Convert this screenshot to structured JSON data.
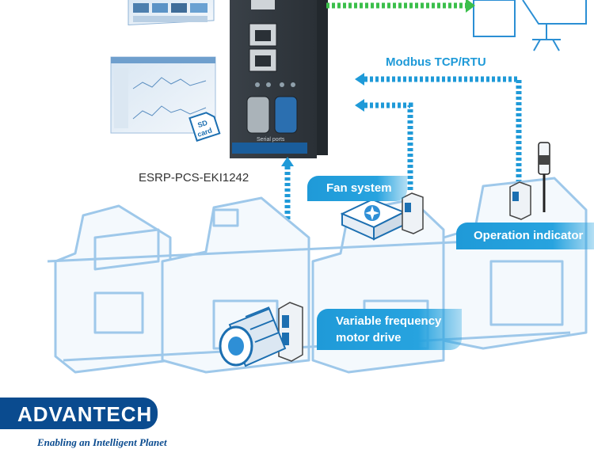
{
  "device": {
    "name": "ESRP-PCS-EKI1242",
    "serial_ports_label": "Serial ports",
    "sd_card_label": "SD card"
  },
  "protocol": {
    "label": "Modbus TCP/RTU"
  },
  "callouts": {
    "fan": "Fan system",
    "operation": "Operation indicator",
    "vfd_line1": "Variable frequency",
    "vfd_line2": "motor drive"
  },
  "brand": {
    "logo": "ADVANTECH",
    "tagline": "Enabling an Intelligent Planet"
  },
  "colors": {
    "accent": "#1f9ad8",
    "dotted_green": "#3bbf4b",
    "line_art": "#9ec8ea",
    "brand": "#0a4b8f"
  }
}
